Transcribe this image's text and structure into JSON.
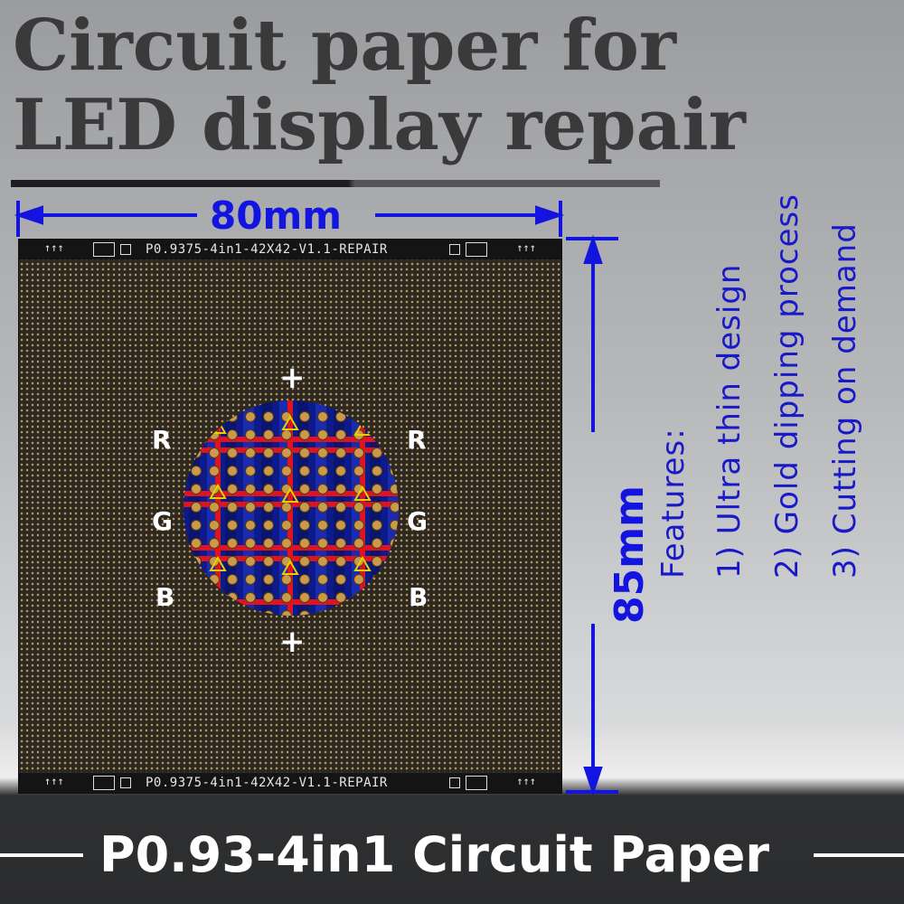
{
  "heading": {
    "line1": "Circuit paper for",
    "line2": "LED display repair"
  },
  "dimensions": {
    "width": "80mm",
    "height": "85mm"
  },
  "board": {
    "label_top": "P0.9375-4in1-42X42-V1.1-REPAIR",
    "label_bottom": "P0.9375-4in1-42X42-V1.1-REPAIR",
    "arrows": "↑↑↑"
  },
  "zoom_labels": {
    "plus": "+",
    "r": "R",
    "g": "G",
    "b": "B"
  },
  "features": {
    "title": "Features:",
    "items": [
      "1) Ultra thin design",
      "2) Gold dipping process",
      "3) Cutting on demand"
    ]
  },
  "footer": {
    "text": "P0.93-4in1 Circuit Paper"
  },
  "colors": {
    "dimension": "#1414e0",
    "features": "#1919c8",
    "trace_red": "#e0141e",
    "trace_yellow": "#e8d000",
    "pad_gold": "#c89a4a"
  }
}
